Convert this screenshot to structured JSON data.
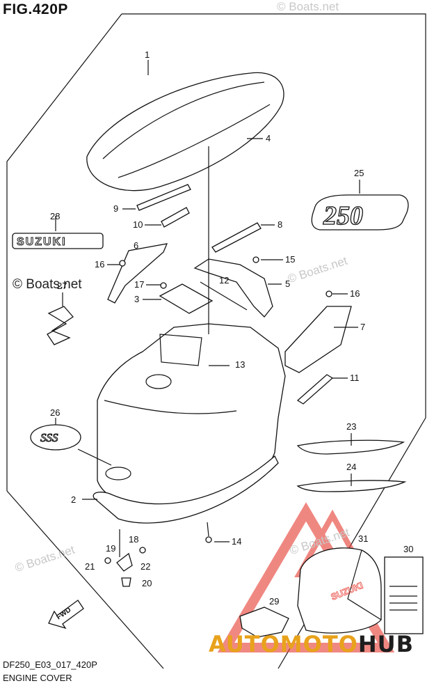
{
  "figure": {
    "title": "FIG.420P",
    "code": "DF250_E03_017_420P",
    "name": "ENGINE COVER"
  },
  "watermarks": [
    "© Boats.net",
    "© Boats.net",
    "© Boats.net",
    "© Boats.net",
    "© Boats.net"
  ],
  "brand": {
    "auto": "AUTO",
    "moto": "MOTO",
    "hub": "HUB"
  },
  "emblems": {
    "e250": "250",
    "suzuki": "SUZUKI",
    "sss": "SSS",
    "fwd": "FWD",
    "bag": "SUZUKI"
  },
  "parts": [
    "1",
    "2",
    "3",
    "4",
    "5",
    "6",
    "7",
    "8",
    "9",
    "10",
    "11",
    "12",
    "13",
    "14",
    "15",
    "16",
    "16",
    "17",
    "18",
    "19",
    "20",
    "21",
    "22",
    "23",
    "24",
    "25",
    "26",
    "27",
    "28",
    "29",
    "30",
    "31"
  ],
  "colors": {
    "triangle": "#e8483f",
    "brand": "#e8a21c",
    "line": "#111111"
  }
}
